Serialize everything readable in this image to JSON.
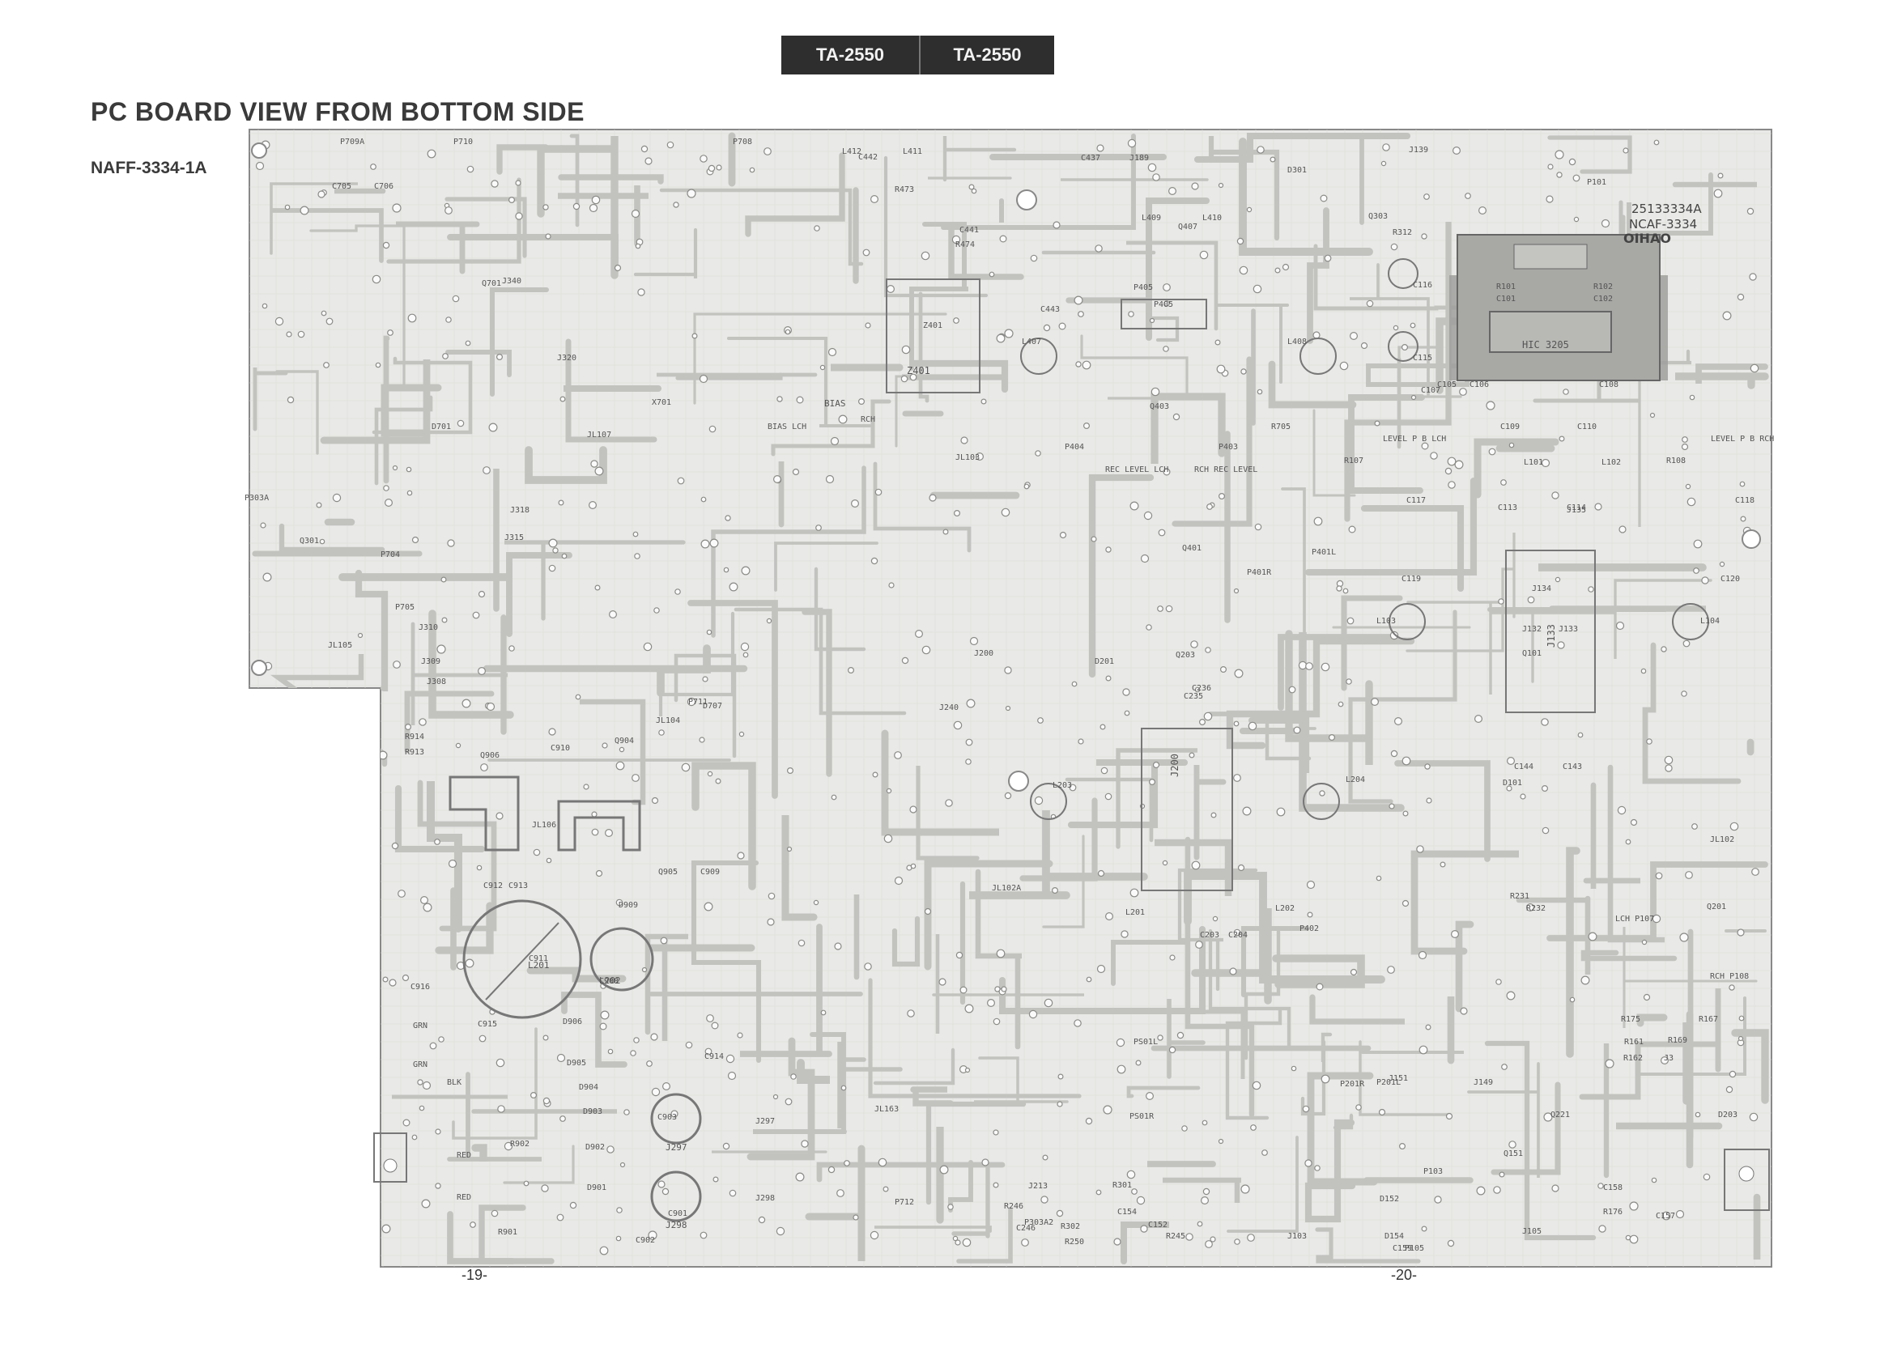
{
  "header": {
    "tab_left": "TA-2550",
    "tab_right": "TA-2550"
  },
  "page_title": "PC BOARD VIEW FROM BOTTOM SIDE",
  "board_id": "NAFF-3334-1A",
  "page_numbers": {
    "left": "-19-",
    "right": "-20-"
  },
  "board_marking": {
    "part_number": "25133334A",
    "board_code": "NCAF-3334",
    "brand": "OIHAO"
  },
  "section_labels": {
    "level_lch": "LEVEL P B LCH",
    "level_rch": "LEVEL P B RCH",
    "rec_level_lch": "REC LEVEL LCH",
    "rec_level_rch": "RCH REC LEVEL",
    "bias": "BIAS",
    "bias_lch": "BIAS LCH",
    "bias_rch": "RCH",
    "hic": "HIC 3205",
    "rch_p108": "RCH P108",
    "lch_p107": "LCH P107"
  },
  "components": [
    {
      "ref": "P709A",
      "kind": "connector"
    },
    {
      "ref": "P710",
      "kind": "connector"
    },
    {
      "ref": "P708",
      "kind": "connector"
    },
    {
      "ref": "L412",
      "kind": "coil"
    },
    {
      "ref": "C442",
      "kind": "capacitor"
    },
    {
      "ref": "L411",
      "kind": "coil"
    },
    {
      "ref": "C437",
      "kind": "capacitor"
    },
    {
      "ref": "J189",
      "kind": "jumper"
    },
    {
      "ref": "D301",
      "kind": "diode"
    },
    {
      "ref": "J139",
      "kind": "jumper"
    },
    {
      "ref": "C705",
      "kind": "capacitor"
    },
    {
      "ref": "C706",
      "kind": "capacitor"
    },
    {
      "ref": "R473",
      "kind": "resistor"
    },
    {
      "ref": "C441",
      "kind": "capacitor"
    },
    {
      "ref": "R474",
      "kind": "resistor"
    },
    {
      "ref": "L409",
      "kind": "coil"
    },
    {
      "ref": "L410",
      "kind": "coil"
    },
    {
      "ref": "Q407",
      "kind": "transistor"
    },
    {
      "ref": "R312",
      "kind": "resistor"
    },
    {
      "ref": "Q303",
      "kind": "transistor"
    },
    {
      "ref": "P101",
      "kind": "connector"
    },
    {
      "ref": "R101",
      "kind": "resistor"
    },
    {
      "ref": "R102",
      "kind": "resistor"
    },
    {
      "ref": "C101",
      "kind": "capacitor"
    },
    {
      "ref": "C102",
      "kind": "capacitor"
    },
    {
      "ref": "Q701",
      "kind": "transistor"
    },
    {
      "ref": "J340",
      "kind": "jumper"
    },
    {
      "ref": "Z401",
      "kind": "module"
    },
    {
      "ref": "C443",
      "kind": "capacitor"
    },
    {
      "ref": "P405",
      "kind": "connector"
    },
    {
      "ref": "L407",
      "kind": "coil"
    },
    {
      "ref": "L408",
      "kind": "coil"
    },
    {
      "ref": "C116",
      "kind": "capacitor"
    },
    {
      "ref": "C115",
      "kind": "capacitor"
    },
    {
      "ref": "J320",
      "kind": "jumper"
    },
    {
      "ref": "X701",
      "kind": "crystal"
    },
    {
      "ref": "Q403",
      "kind": "transistor"
    },
    {
      "ref": "C107",
      "kind": "capacitor"
    },
    {
      "ref": "C105",
      "kind": "capacitor"
    },
    {
      "ref": "C106",
      "kind": "capacitor"
    },
    {
      "ref": "C108",
      "kind": "capacitor"
    },
    {
      "ref": "R705",
      "kind": "resistor"
    },
    {
      "ref": "D701",
      "kind": "diode"
    },
    {
      "ref": "JL107",
      "kind": "jumper"
    },
    {
      "ref": "P404",
      "kind": "connector"
    },
    {
      "ref": "P403",
      "kind": "connector"
    },
    {
      "ref": "L101",
      "kind": "coil"
    },
    {
      "ref": "L102",
      "kind": "coil"
    },
    {
      "ref": "R107",
      "kind": "resistor"
    },
    {
      "ref": "R108",
      "kind": "resistor"
    },
    {
      "ref": "C109",
      "kind": "capacitor"
    },
    {
      "ref": "C110",
      "kind": "capacitor"
    },
    {
      "ref": "JL103",
      "kind": "jumper"
    },
    {
      "ref": "P303A",
      "kind": "connector"
    },
    {
      "ref": "Q301",
      "kind": "transistor"
    },
    {
      "ref": "J315",
      "kind": "jumper"
    },
    {
      "ref": "J318",
      "kind": "jumper"
    },
    {
      "ref": "J135",
      "kind": "jumper"
    },
    {
      "ref": "C117",
      "kind": "capacitor"
    },
    {
      "ref": "C118",
      "kind": "capacitor"
    },
    {
      "ref": "C113",
      "kind": "capacitor"
    },
    {
      "ref": "C114",
      "kind": "capacitor"
    },
    {
      "ref": "P704",
      "kind": "connector"
    },
    {
      "ref": "P705",
      "kind": "connector"
    },
    {
      "ref": "J310",
      "kind": "jumper"
    },
    {
      "ref": "JL105",
      "kind": "jumper"
    },
    {
      "ref": "Q401",
      "kind": "transistor"
    },
    {
      "ref": "P401R",
      "kind": "connector"
    },
    {
      "ref": "P401L",
      "kind": "connector"
    },
    {
      "ref": "J134",
      "kind": "jumper"
    },
    {
      "ref": "J133",
      "kind": "jumper"
    },
    {
      "ref": "J132",
      "kind": "jumper"
    },
    {
      "ref": "Q101",
      "kind": "ic"
    },
    {
      "ref": "L103",
      "kind": "coil"
    },
    {
      "ref": "L104",
      "kind": "coil"
    },
    {
      "ref": "C119",
      "kind": "capacitor"
    },
    {
      "ref": "C120",
      "kind": "capacitor"
    },
    {
      "ref": "P711",
      "kind": "connector"
    },
    {
      "ref": "D707",
      "kind": "diode"
    },
    {
      "ref": "J240",
      "kind": "jumper"
    },
    {
      "ref": "J200",
      "kind": "jumper"
    },
    {
      "ref": "D201",
      "kind": "diode"
    },
    {
      "ref": "Q203",
      "kind": "ic"
    },
    {
      "ref": "C235",
      "kind": "capacitor"
    },
    {
      "ref": "C236",
      "kind": "capacitor"
    },
    {
      "ref": "J309",
      "kind": "jumper"
    },
    {
      "ref": "J308",
      "kind": "jumper"
    },
    {
      "ref": "R914",
      "kind": "resistor"
    },
    {
      "ref": "R913",
      "kind": "resistor"
    },
    {
      "ref": "Q906",
      "kind": "transistor"
    },
    {
      "ref": "C910",
      "kind": "capacitor"
    },
    {
      "ref": "Q904",
      "kind": "transistor"
    },
    {
      "ref": "JL104",
      "kind": "jumper"
    },
    {
      "ref": "JL106",
      "kind": "jumper"
    },
    {
      "ref": "L203",
      "kind": "coil"
    },
    {
      "ref": "L204",
      "kind": "coil"
    },
    {
      "ref": "C203",
      "kind": "capacitor"
    },
    {
      "ref": "C204",
      "kind": "capacitor"
    },
    {
      "ref": "D101",
      "kind": "diode"
    },
    {
      "ref": "C144",
      "kind": "capacitor"
    },
    {
      "ref": "C143",
      "kind": "capacitor"
    },
    {
      "ref": "JL102",
      "kind": "jumper"
    },
    {
      "ref": "C912",
      "kind": "capacitor"
    },
    {
      "ref": "C913",
      "kind": "capacitor"
    },
    {
      "ref": "C911",
      "kind": "capacitor"
    },
    {
      "ref": "C908",
      "kind": "capacitor"
    },
    {
      "ref": "D909",
      "kind": "diode"
    },
    {
      "ref": "Q905",
      "kind": "transistor"
    },
    {
      "ref": "C909",
      "kind": "capacitor"
    },
    {
      "ref": "L201",
      "kind": "coil"
    },
    {
      "ref": "L202",
      "kind": "coil"
    },
    {
      "ref": "JL102A",
      "kind": "jumper"
    },
    {
      "ref": "P402",
      "kind": "connector"
    },
    {
      "ref": "R231",
      "kind": "resistor"
    },
    {
      "ref": "R232",
      "kind": "resistor"
    },
    {
      "ref": "Q201",
      "kind": "transistor"
    },
    {
      "ref": "C916",
      "kind": "capacitor"
    },
    {
      "ref": "C915",
      "kind": "capacitor"
    },
    {
      "ref": "D906",
      "kind": "diode"
    },
    {
      "ref": "D905",
      "kind": "diode"
    },
    {
      "ref": "D904",
      "kind": "diode"
    },
    {
      "ref": "D903",
      "kind": "diode"
    },
    {
      "ref": "D902",
      "kind": "diode"
    },
    {
      "ref": "D901",
      "kind": "diode"
    },
    {
      "ref": "R901",
      "kind": "resistor"
    },
    {
      "ref": "R902",
      "kind": "resistor"
    },
    {
      "ref": "C902",
      "kind": "capacitor"
    },
    {
      "ref": "C903",
      "kind": "capacitor"
    },
    {
      "ref": "C901",
      "kind": "capacitor"
    },
    {
      "ref": "C914",
      "kind": "capacitor"
    },
    {
      "ref": "J297",
      "kind": "jumper"
    },
    {
      "ref": "J298",
      "kind": "jumper"
    },
    {
      "ref": "P712",
      "kind": "connector"
    },
    {
      "ref": "JL163",
      "kind": "jumper"
    },
    {
      "ref": "PS01L",
      "kind": "connector"
    },
    {
      "ref": "PS01R",
      "kind": "connector"
    },
    {
      "ref": "P201L",
      "kind": "connector"
    },
    {
      "ref": "P201R",
      "kind": "connector"
    },
    {
      "ref": "J151",
      "kind": "jumper"
    },
    {
      "ref": "J149",
      "kind": "jumper"
    },
    {
      "ref": "Q151",
      "kind": "transistor"
    },
    {
      "ref": "P103",
      "kind": "connector"
    },
    {
      "ref": "P105",
      "kind": "connector"
    },
    {
      "ref": "J103",
      "kind": "jumper"
    },
    {
      "ref": "J105",
      "kind": "jumper"
    },
    {
      "ref": "C157",
      "kind": "capacitor"
    },
    {
      "ref": "C158",
      "kind": "capacitor"
    },
    {
      "ref": "R176",
      "kind": "resistor"
    },
    {
      "ref": "R175",
      "kind": "resistor"
    },
    {
      "ref": "R167",
      "kind": "resistor"
    },
    {
      "ref": "R169",
      "kind": "resistor"
    },
    {
      "ref": "R161",
      "kind": "resistor"
    },
    {
      "ref": "R162",
      "kind": "resistor"
    },
    {
      "ref": "J3",
      "kind": "jumper"
    },
    {
      "ref": "Q221",
      "kind": "transistor"
    },
    {
      "ref": "D203",
      "kind": "diode"
    },
    {
      "ref": "R245",
      "kind": "resistor"
    },
    {
      "ref": "R250",
      "kind": "resistor"
    },
    {
      "ref": "C246",
      "kind": "capacitor"
    },
    {
      "ref": "R246",
      "kind": "resistor"
    },
    {
      "ref": "J213",
      "kind": "jumper"
    },
    {
      "ref": "P303A2",
      "kind": "connector"
    },
    {
      "ref": "R302",
      "kind": "resistor"
    },
    {
      "ref": "R301",
      "kind": "resistor"
    },
    {
      "ref": "C154",
      "kind": "capacitor"
    },
    {
      "ref": "C152",
      "kind": "capacitor"
    },
    {
      "ref": "D154",
      "kind": "diode"
    },
    {
      "ref": "D152",
      "kind": "diode"
    },
    {
      "ref": "C159",
      "kind": "capacitor"
    }
  ],
  "wire_labels": {
    "grn1": "GRN",
    "grn2": "GRN",
    "blk": "BLK",
    "red1": "RED",
    "red2": "RED"
  },
  "colors": {
    "board_fill": "#e9e9e7",
    "trace": "#c9c9c6",
    "trace_dark": "#9c9c98",
    "ink": "#555555",
    "header_bg": "#2e2e2e"
  }
}
